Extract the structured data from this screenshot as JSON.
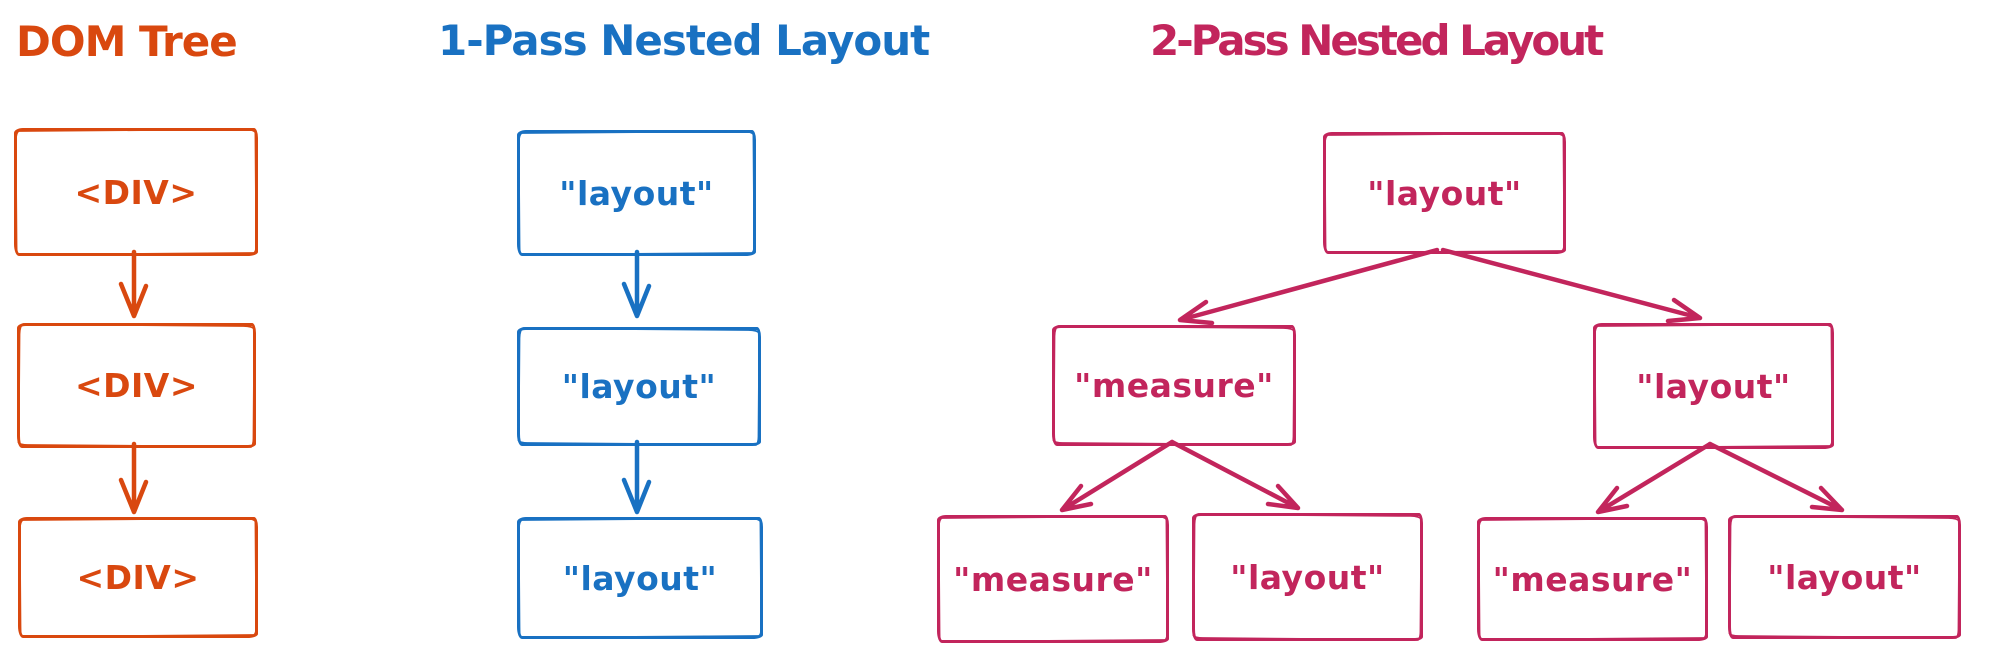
{
  "colors": {
    "orange": "#d9480f",
    "blue": "#1971c2",
    "pink": "#c2255c"
  },
  "diagrams": {
    "dom_tree": {
      "title": "DOM Tree",
      "color": "#d9480f",
      "type": "vertical-chain",
      "nodes": [
        "<DIV>",
        "<DIV>",
        "<DIV>"
      ]
    },
    "one_pass": {
      "title": "1-Pass Nested Layout",
      "color": "#1971c2",
      "type": "vertical-chain",
      "nodes": [
        "\"layout\"",
        "\"layout\"",
        "\"layout\""
      ]
    },
    "two_pass": {
      "title": "2-Pass Nested Layout",
      "color": "#c2255c",
      "type": "tree",
      "root": "\"layout\"",
      "children": [
        "\"measure\"",
        "\"layout\""
      ],
      "grandchildren": [
        "\"measure\"",
        "\"layout\"",
        "\"measure\"",
        "\"layout\""
      ]
    }
  }
}
